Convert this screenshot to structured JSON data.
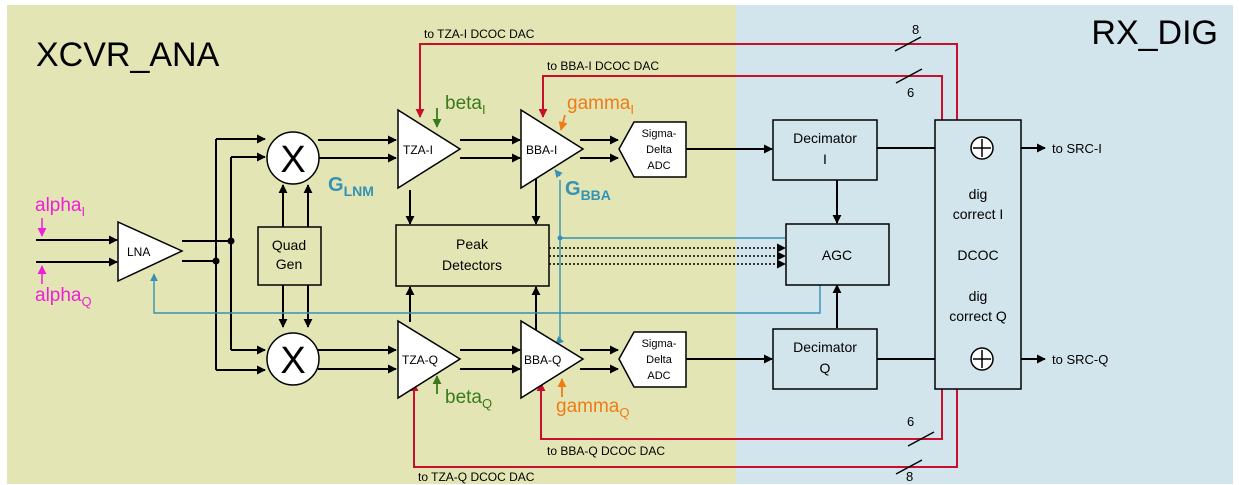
{
  "regions": {
    "analog_title": "XCVR_ANA",
    "digital_title": "RX_DIG",
    "analog_color": "#e3e6b4",
    "digital_color": "#d2e5ec"
  },
  "inputs": {
    "alpha_i_base": "alpha",
    "alpha_i_sub": "I",
    "alpha_q_base": "alpha",
    "alpha_q_sub": "Q",
    "color": "#ee1fd6"
  },
  "blocks": {
    "lna": "LNA",
    "quad_gen_l1": "Quad",
    "quad_gen_l2": "Gen",
    "mixer_i": "X",
    "mixer_q": "X",
    "tza_i": "TZA-I",
    "tza_q": "TZA-Q",
    "bba_i": "BBA-I",
    "bba_q": "BBA-Q",
    "adc_i_l1": "Sigma-",
    "adc_i_l2": "Delta",
    "adc_i_l3": "ADC",
    "adc_q_l1": "Sigma-",
    "adc_q_l2": "Delta",
    "adc_q_l3": "ADC",
    "peak_l1": "Peak",
    "peak_l2": "Detectors",
    "dec_i_l1": "Decimator",
    "dec_i_l2": "I",
    "dec_q_l1": "Decimator",
    "dec_q_l2": "Q",
    "agc": "AGC",
    "dcoc": "DCOC",
    "dig_i_l1": "dig",
    "dig_i_l2": "correct I",
    "dig_q_l1": "dig",
    "dig_q_l2": "correct Q"
  },
  "gains": {
    "beta_i_base": "beta",
    "beta_i_sub": "I",
    "beta_q_base": "beta",
    "beta_q_sub": "Q",
    "gamma_i_base": "gamma",
    "gamma_i_sub": "I",
    "gamma_q_base": "gamma",
    "gamma_q_sub": "Q",
    "glnm_base": "G",
    "glnm_sub": "LNM",
    "gbba_base": "G",
    "gbba_sub": "BBA",
    "beta_color": "#3a7a1d",
    "gamma_color": "#ef7b17",
    "g_color": "#3592b4"
  },
  "outputs": {
    "src_i": "to SRC-I",
    "src_q": "to SRC-Q"
  },
  "feedback": {
    "tza_i_dac": "to TZA-I DCOC DAC",
    "bba_i_dac": "to BBA-I DCOC DAC",
    "bba_q_dac": "to BBA-Q DCOC DAC",
    "tza_q_dac": "to TZA-Q DCOC DAC",
    "width_tza_i": "8",
    "width_bba_i": "6",
    "width_bba_q": "6",
    "width_tza_q": "8",
    "color": "#c8102e"
  }
}
